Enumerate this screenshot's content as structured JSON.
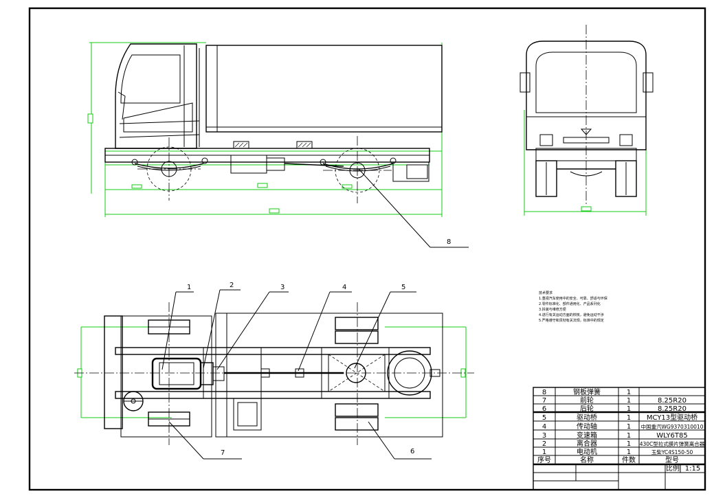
{
  "callouts": [
    "1",
    "2",
    "3",
    "4",
    "5",
    "6",
    "7",
    "8"
  ],
  "notes": {
    "title": "技术要求",
    "lines": [
      "1.重视汽车使用中的安全、可靠、舒适与环保",
      "2.零件标准化、部件通用化、产品系列化",
      "3.拆装与维修方便",
      "4.进行有关运动方面的校核，避免运动干涉",
      "5.严格遵守和贯彻有关法规，标准中的规定"
    ]
  },
  "bom": {
    "rows": [
      {
        "no": "8",
        "name": "钢板弹簧",
        "qty": "1",
        "model": ""
      },
      {
        "no": "7",
        "name": "前轮",
        "qty": "1",
        "model": "8.25R20"
      },
      {
        "no": "6",
        "name": "后轮",
        "qty": "1",
        "model": "8.25R20"
      },
      {
        "no": "5",
        "name": "驱动桥",
        "qty": "1",
        "model": "MCY13型驱动桥"
      },
      {
        "no": "4",
        "name": "传动轴",
        "qty": "1",
        "model": "中国重汽WG9370310010"
      },
      {
        "no": "3",
        "name": "变速箱",
        "qty": "1",
        "model": "WLY6T85"
      },
      {
        "no": "2",
        "name": "离合器",
        "qty": "1",
        "model": "430C型拉式膜片弹簧离合器"
      },
      {
        "no": "1",
        "name": "电动机",
        "qty": "1",
        "model": "玉柴YC4S150-50"
      }
    ],
    "header": {
      "no": "序号",
      "name": "名称",
      "qty": "件数",
      "model": "型号"
    },
    "scale_label": "比例",
    "scale_value": "1:15"
  }
}
